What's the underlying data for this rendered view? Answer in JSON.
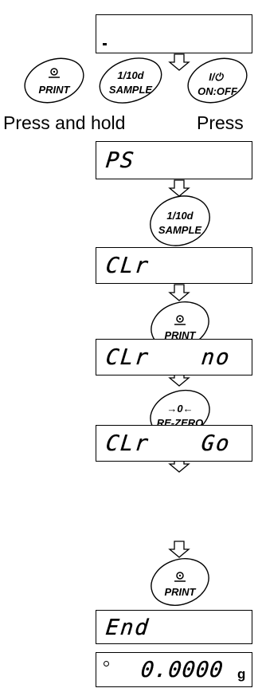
{
  "buttons": {
    "print_label": "PRINT",
    "sample_line1": "1/10d",
    "sample_line2": "SAMPLE",
    "onoff_symbol": "I/⏻",
    "onoff_label": "ON:OFF",
    "rezero_symbol": "→0←",
    "rezero_label": "RE-ZERO"
  },
  "instructions": {
    "press_and_hold": "Press and hold",
    "press": "Press"
  },
  "displays": {
    "d2": "PS",
    "d3": "CLr",
    "d4_main": "CLr",
    "d4_blink": "no",
    "d5_main": "CLr",
    "d5_blink": "Go",
    "d6": "End",
    "d7": "0.0000",
    "d7_unit": "g"
  }
}
